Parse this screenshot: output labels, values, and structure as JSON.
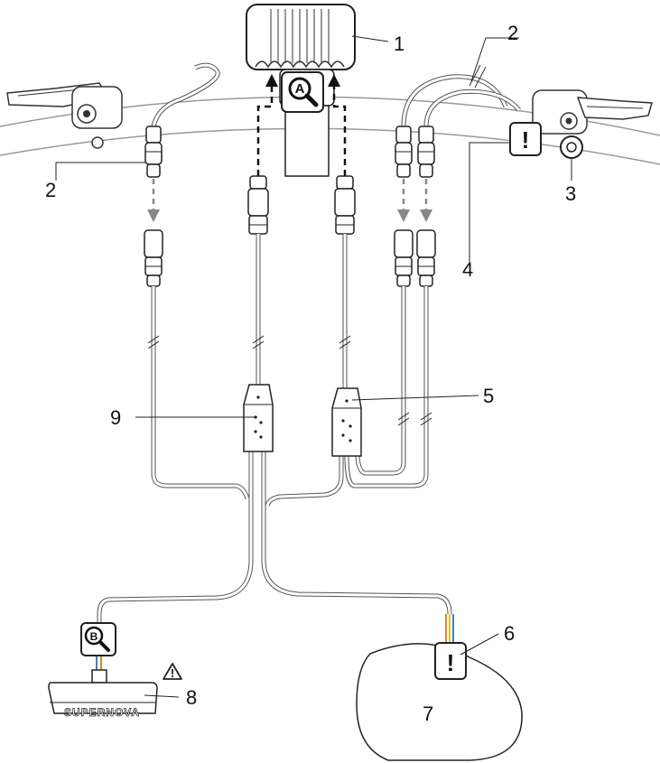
{
  "callouts": {
    "lamp": "1",
    "brake_left": "2",
    "brake_right": "2",
    "switch": "3",
    "warning_switch": "4",
    "splitter_right": "5",
    "warning_motor": "6",
    "motor": "7",
    "battery": "8",
    "splitter_left": "9"
  },
  "badges": {
    "zoom_a": "A",
    "zoom_b": "B",
    "exclamation": "!"
  },
  "battery_brand": "SUPERNOVA",
  "wire_colors": {
    "cable": "#555555",
    "motor_yellow": "#e8c21a",
    "motor_orange": "#e0862a",
    "motor_blue": "#3a7fd0",
    "battery_blue": "#3a7fd0",
    "battery_orange": "#e0862a"
  }
}
